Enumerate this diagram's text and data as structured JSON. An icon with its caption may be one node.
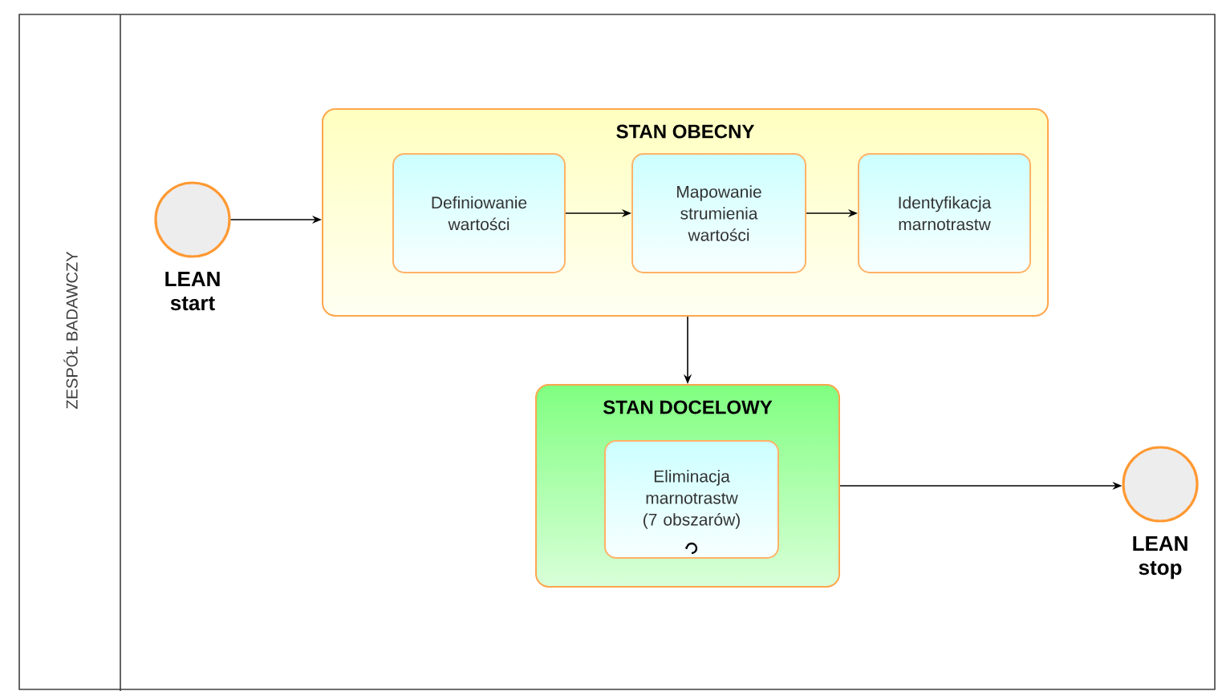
{
  "diagram": {
    "nodes": [
      {
        "text": [
          "ZESPÓŁ BADAWCZY"
        ]
      },
      {
        "text": [],
        "shape": "circle",
        "beside": [
          "LEAN start"
        ],
        "in": 0
      },
      {
        "text": [
          "STAN OBECNY"
        ],
        "in": 0
      },
      {
        "text": [
          "Definiowanie wartości"
        ],
        "in": 2
      },
      {
        "text": [
          "Mapowanie strumienia wartości"
        ],
        "in": 2
      },
      {
        "text": [
          "Identyfikacja marnotrastw"
        ],
        "in": 2
      },
      {
        "text": [
          "STAN DOCELOWY"
        ],
        "in": 0
      },
      {
        "text": [
          "Eliminacja marnotrastw (7 obszarów)"
        ],
        "in": 6
      },
      {
        "text": [],
        "shape": "circle",
        "beside": [
          "LEAN stop"
        ],
        "in": 0
      }
    ],
    "edges": [
      {
        "from": 1,
        "to": 2,
        "arrow": "to"
      },
      {
        "from": 3,
        "to": 4,
        "arrow": "to"
      },
      {
        "from": 4,
        "to": 5,
        "arrow": "to"
      },
      {
        "from": 2,
        "to": 6,
        "arrow": "to"
      },
      {
        "from": 6,
        "to": 8,
        "arrow": "to"
      }
    ]
  }
}
